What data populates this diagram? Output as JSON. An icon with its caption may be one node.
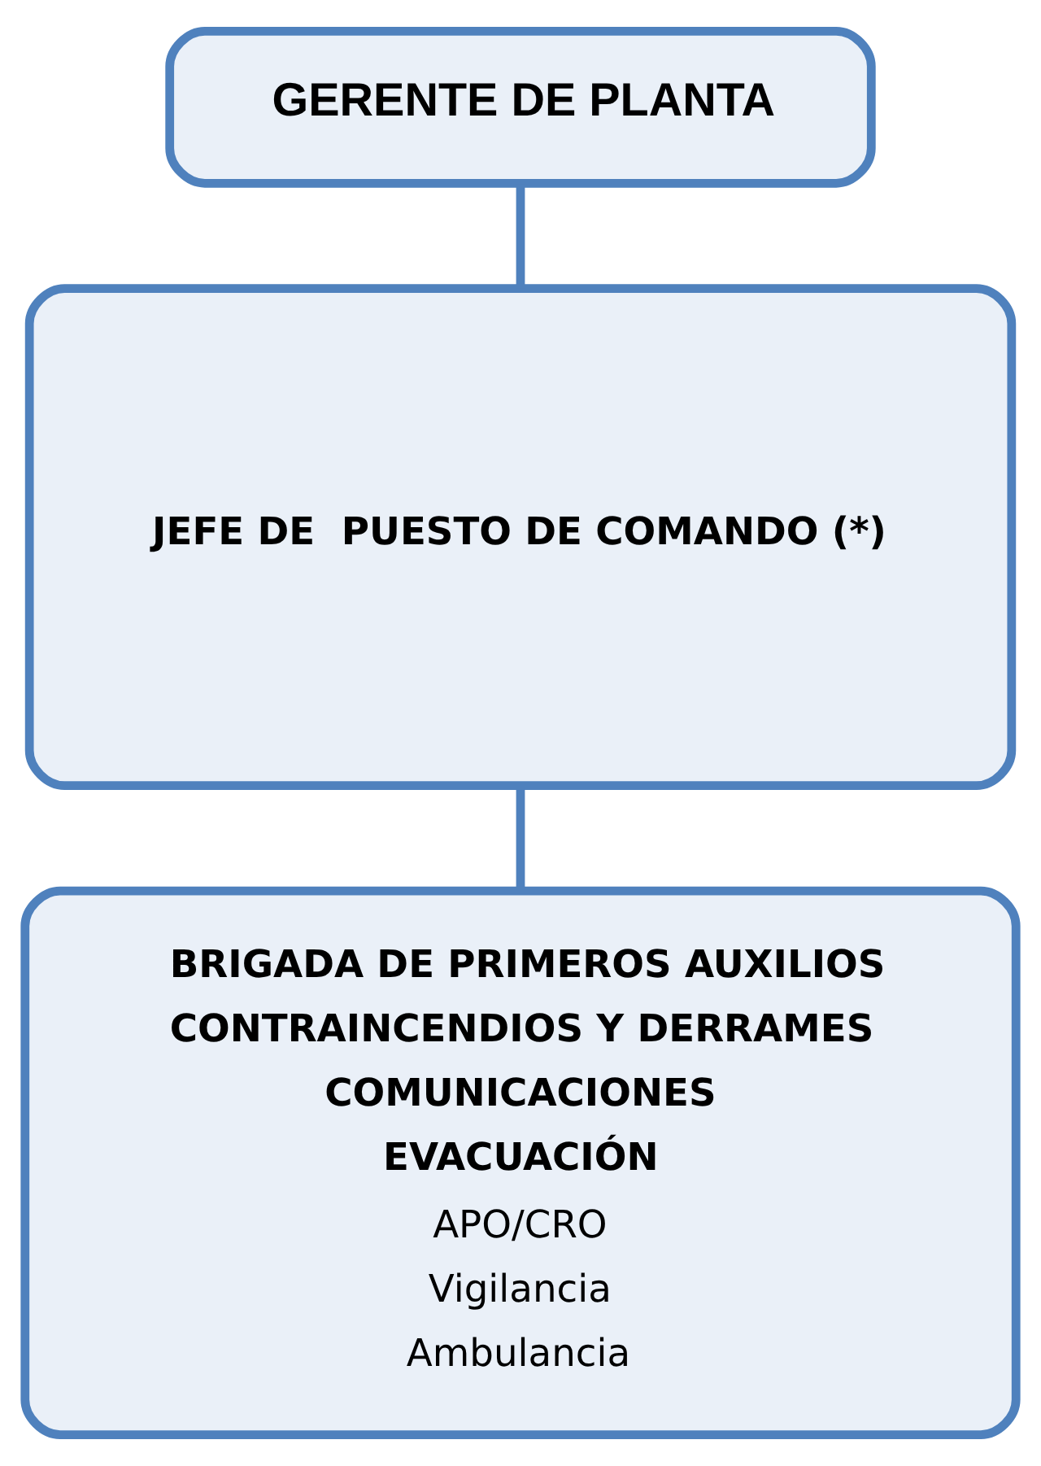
{
  "diagram": {
    "nodes": [
      {
        "text": [
          "GERENTE DE PLANTA"
        ]
      },
      {
        "text": [
          "JEFE DE  PUESTO DE COMANDO (*)"
        ]
      },
      {
        "text": [
          "BRIGADA DE PRIMEROS AUXILIOS",
          "CONTRAINCENDIOS Y DERRAMES",
          "COMUNICACIONES",
          "EVACUACIÓN",
          "APO/CRO",
          "Vigilancia",
          "Ambulancia"
        ]
      }
    ],
    "edges": [
      {
        "from": 0,
        "to": 1,
        "arrow": "none"
      },
      {
        "from": 1,
        "to": 2,
        "arrow": "none"
      }
    ]
  }
}
